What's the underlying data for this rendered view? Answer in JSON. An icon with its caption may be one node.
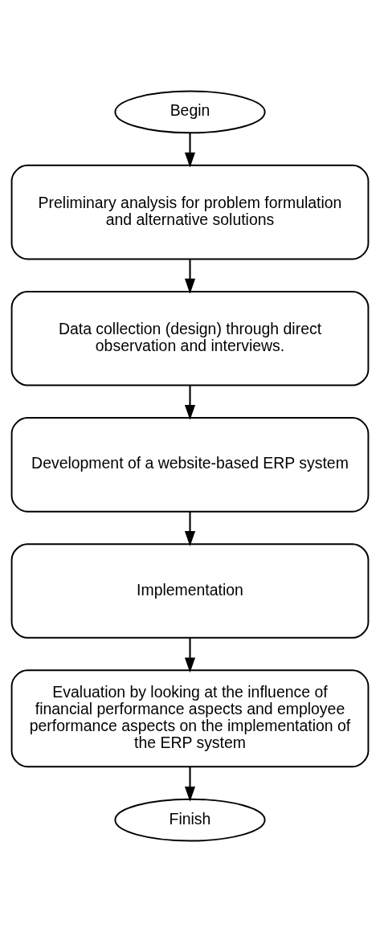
{
  "diagram": {
    "nodes": [
      {
        "text": [
          "Begin"
        ]
      },
      {
        "text": [
          "Preliminary analysis for problem formulation and alternative solutions"
        ]
      },
      {
        "text": [
          "Data collection (design) through direct observation and interviews."
        ]
      },
      {
        "text": [
          "Development of a website-based ERP system"
        ]
      },
      {
        "text": [
          "Implementation"
        ]
      },
      {
        "text": [
          "Evaluation by looking at the influence of financial performance aspects and employee performance aspects on the implementation of the ERP system"
        ]
      },
      {
        "text": [
          "Finish"
        ]
      }
    ],
    "edges": [
      {
        "from": 0,
        "to": 1,
        "arrow": "to"
      },
      {
        "from": 1,
        "to": 2,
        "arrow": "to"
      },
      {
        "from": 2,
        "to": 3,
        "arrow": "to"
      },
      {
        "from": 3,
        "to": 4,
        "arrow": "to"
      },
      {
        "from": 4,
        "to": 5,
        "arrow": "to"
      },
      {
        "from": 5,
        "to": 6,
        "arrow": "to"
      }
    ]
  }
}
